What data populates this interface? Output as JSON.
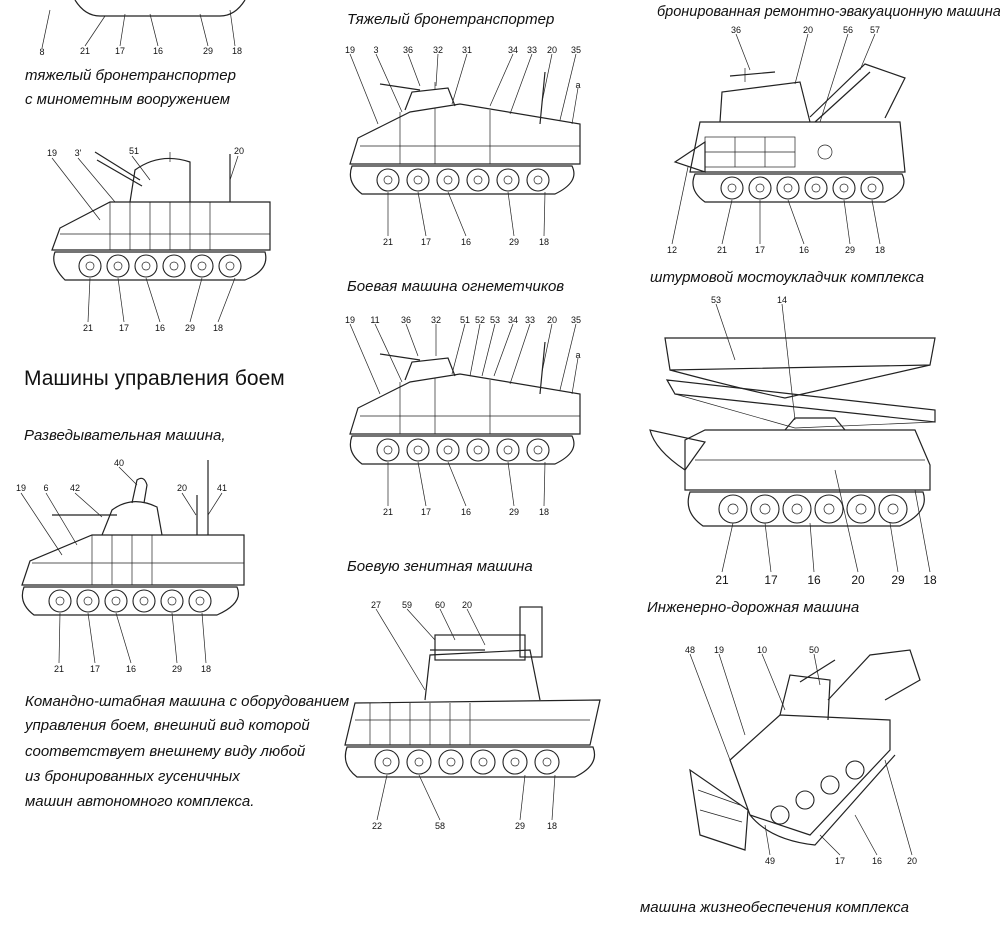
{
  "section_heading": "Машины управления боем",
  "captions": {
    "mortar_apc": [
      "тяжелый бронетранспортер",
      "с минометным вооружением"
    ],
    "heavy_apc": "Тяжелый бронетранспортер",
    "arv": "бронированная ремонтно-эвакуационную машина",
    "assault_bridge": "штурмовой мостоукладчик комплекса",
    "flamethrower": "Боевая машина огнеметчиков",
    "recon": "Разведывательная машина,",
    "command": [
      "Командно-штабная машина с оборудованием",
      "управления боем, внешний вид которой",
      "соответствует внешнему виду любой",
      "из бронированных гусеничных",
      "машин автономного комплекса."
    ],
    "air_defense": "Боевую зенитная машина",
    "engineering": "Инженерно-дорожная машина",
    "support": "машина жизнеобеспечения комплекса"
  },
  "callouts": {
    "mortar_top": [
      "8",
      "21",
      "17",
      "16",
      "29",
      "18"
    ],
    "mortar_full": {
      "top": [
        "19",
        "3'",
        "51",
        "20"
      ],
      "bottom": [
        "21",
        "17",
        "16",
        "29",
        "18"
      ]
    },
    "heavy_apc": {
      "top": [
        "19",
        "3",
        "36",
        "32",
        "31",
        "34",
        "33",
        "20",
        "35",
        "a"
      ],
      "bottom": [
        "21",
        "17",
        "16",
        "29",
        "18"
      ]
    },
    "arv": {
      "top": [
        "36",
        "20",
        "56",
        "57"
      ],
      "bottom": [
        "12",
        "21",
        "17",
        "16",
        "29",
        "18"
      ]
    },
    "assault_bridge": {
      "top": [
        "53",
        "14"
      ],
      "bottom": [
        "21",
        "17",
        "16",
        "20",
        "29",
        "18"
      ]
    },
    "flamethrower": {
      "top": [
        "19",
        "11",
        "36",
        "32",
        "51",
        "52",
        "53",
        "34",
        "33",
        "20",
        "35",
        "a"
      ],
      "bottom": [
        "21",
        "17",
        "16",
        "29",
        "18"
      ]
    },
    "recon": {
      "top": [
        "19",
        "6",
        "42",
        "40",
        "20",
        "41"
      ],
      "bottom": [
        "21",
        "17",
        "16",
        "29",
        "18"
      ]
    },
    "air_defense": {
      "top": [
        "27",
        "59",
        "60",
        "20"
      ],
      "bottom": [
        "22",
        "58",
        "29",
        "18"
      ]
    },
    "support": {
      "top": [
        "48",
        "19",
        "10",
        "50"
      ],
      "bottom": [
        "49",
        "17",
        "16",
        "20"
      ]
    }
  }
}
